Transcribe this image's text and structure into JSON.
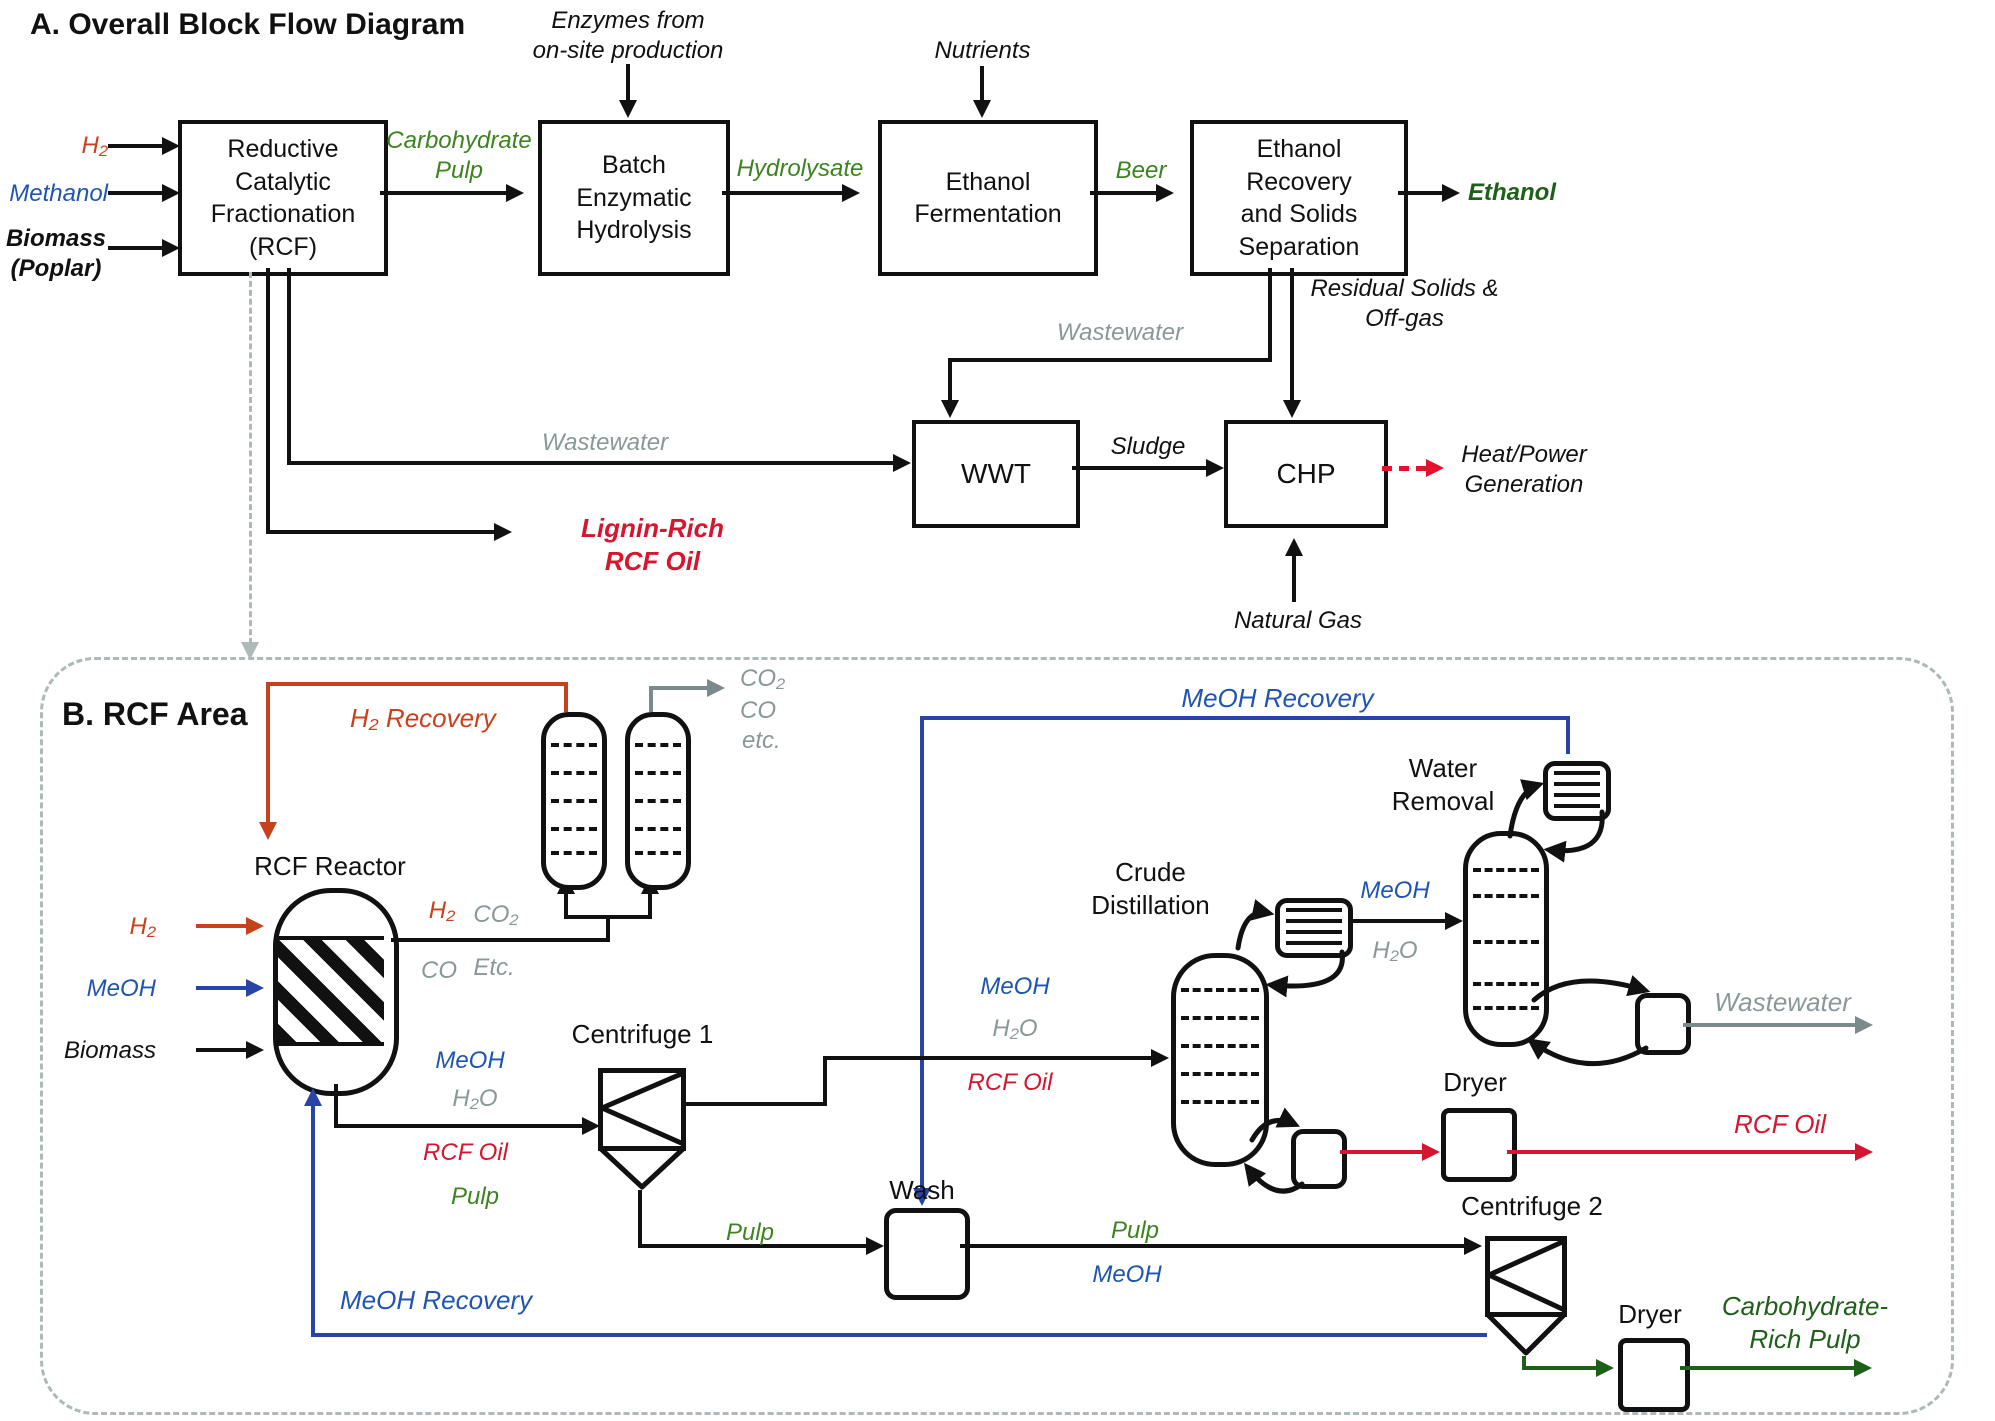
{
  "colors": {
    "ink": "#111111",
    "red_stream": "#c8401c",
    "crimson": "#d6152e",
    "blue_label": "#1f55b0",
    "blue_line": "#2744a6",
    "green": "#3c8420",
    "dark_green": "#1e6018",
    "gray": "#8a9899",
    "gray_line": "#7b8a8b",
    "dash": "#aeb9b9",
    "red_dashed": "#e8112d"
  },
  "panel_a": {
    "title": "A. Overall Block Flow Diagram",
    "boxes": {
      "rcf": "Reductive\nCatalytic\nFractionation\n(RCF)",
      "hydrolysis": "Batch\nEnzymatic\nHydrolysis",
      "fermentation": "Ethanol\nFermentation",
      "recovery": "Ethanol\nRecovery\nand Solids\nSeparation",
      "wwt": "WWT",
      "chp": "CHP"
    },
    "labels": {
      "h2": "H₂",
      "methanol": "Methanol",
      "biomass": "Biomass\n(Poplar)",
      "carb_pulp": "Carbohydrate\nPulp",
      "enzymes": "Enzymes from\non-site production",
      "hydrolysate": "Hydrolysate",
      "nutrients": "Nutrients",
      "beer": "Beer",
      "ethanol": "Ethanol",
      "wastewater_to_wwt": "Wastewater",
      "residual_solids": "Residual Solids &\nOff-gas",
      "wastewater_rcf": "Wastewater",
      "lignin_oil": "Lignin-Rich\nRCF Oil",
      "sludge": "Sludge",
      "heat_power": "Heat/Power\nGeneration",
      "natural_gas": "Natural Gas"
    }
  },
  "panel_b": {
    "title": "B. RCF Area",
    "labels": {
      "h2_recovery": "H₂ Recovery",
      "rcf_reactor": "RCF Reactor",
      "h2_in": "H₂",
      "meoh_in": "MeOH",
      "biomass_in": "Biomass",
      "h2_gas": "H₂",
      "co2_gas": "CO₂",
      "co_gas": "CO",
      "etc_gas": "Etc.",
      "co2_off": "CO₂",
      "co_off": "CO",
      "etc_off": "etc.",
      "meoh_recovery_top": "MeOH Recovery",
      "centrifuge1": "Centrifuge 1",
      "meoh_c1": "MeOH",
      "h2o_c1": "H₂O",
      "rcf_oil_c1": "RCF Oil",
      "pulp_c1": "Pulp",
      "pulp_to_wash": "Pulp",
      "wash": "Wash",
      "pulp_to_c2": "Pulp",
      "meoh_to_c2": "MeOH",
      "crude_distillation": "Crude\nDistillation",
      "meoh_cd": "MeOH",
      "h2o_cd": "H₂O",
      "rcf_oil_cd": "RCF Oil",
      "dryer1": "Dryer",
      "rcf_oil_out": "RCF Oil",
      "water_removal": "Water\nRemoval",
      "meoh_wr": "MeOH",
      "h2o_wr": "H₂O",
      "wastewater_out": "Wastewater",
      "centrifuge2": "Centrifuge 2",
      "meoh_recovery_bottom": "MeOH Recovery",
      "dryer2": "Dryer",
      "carb_rich_pulp": "Carbohydrate-\nRich Pulp"
    }
  }
}
